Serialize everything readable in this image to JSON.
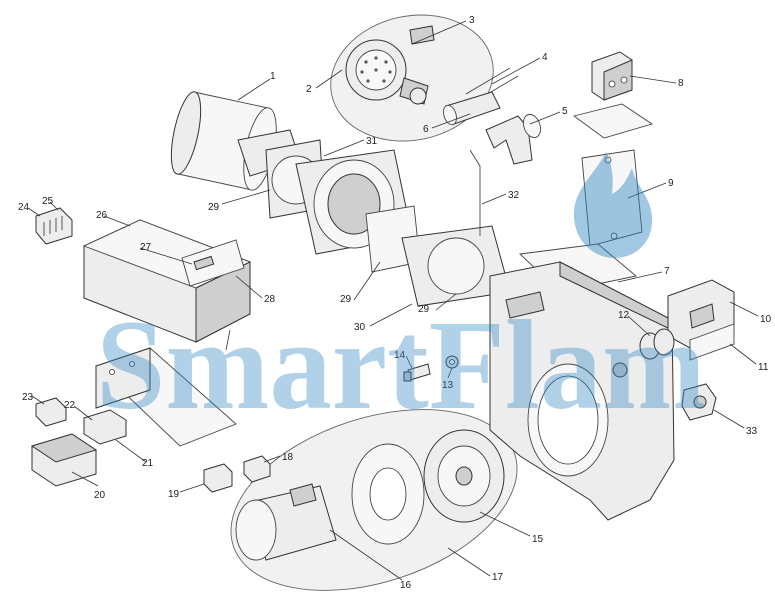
{
  "diagram": {
    "watermark": {
      "text": "SmartFlam"
    },
    "part_labels": [
      "1",
      "2",
      "3",
      "4",
      "5",
      "6",
      "7",
      "8",
      "9",
      "10",
      "11",
      "12",
      "13",
      "14",
      "15",
      "16",
      "17",
      "18",
      "19",
      "20",
      "21",
      "22",
      "23",
      "24",
      "25",
      "26",
      "27",
      "28",
      "29",
      "29",
      "29",
      "30",
      "31",
      "32",
      "33"
    ]
  }
}
